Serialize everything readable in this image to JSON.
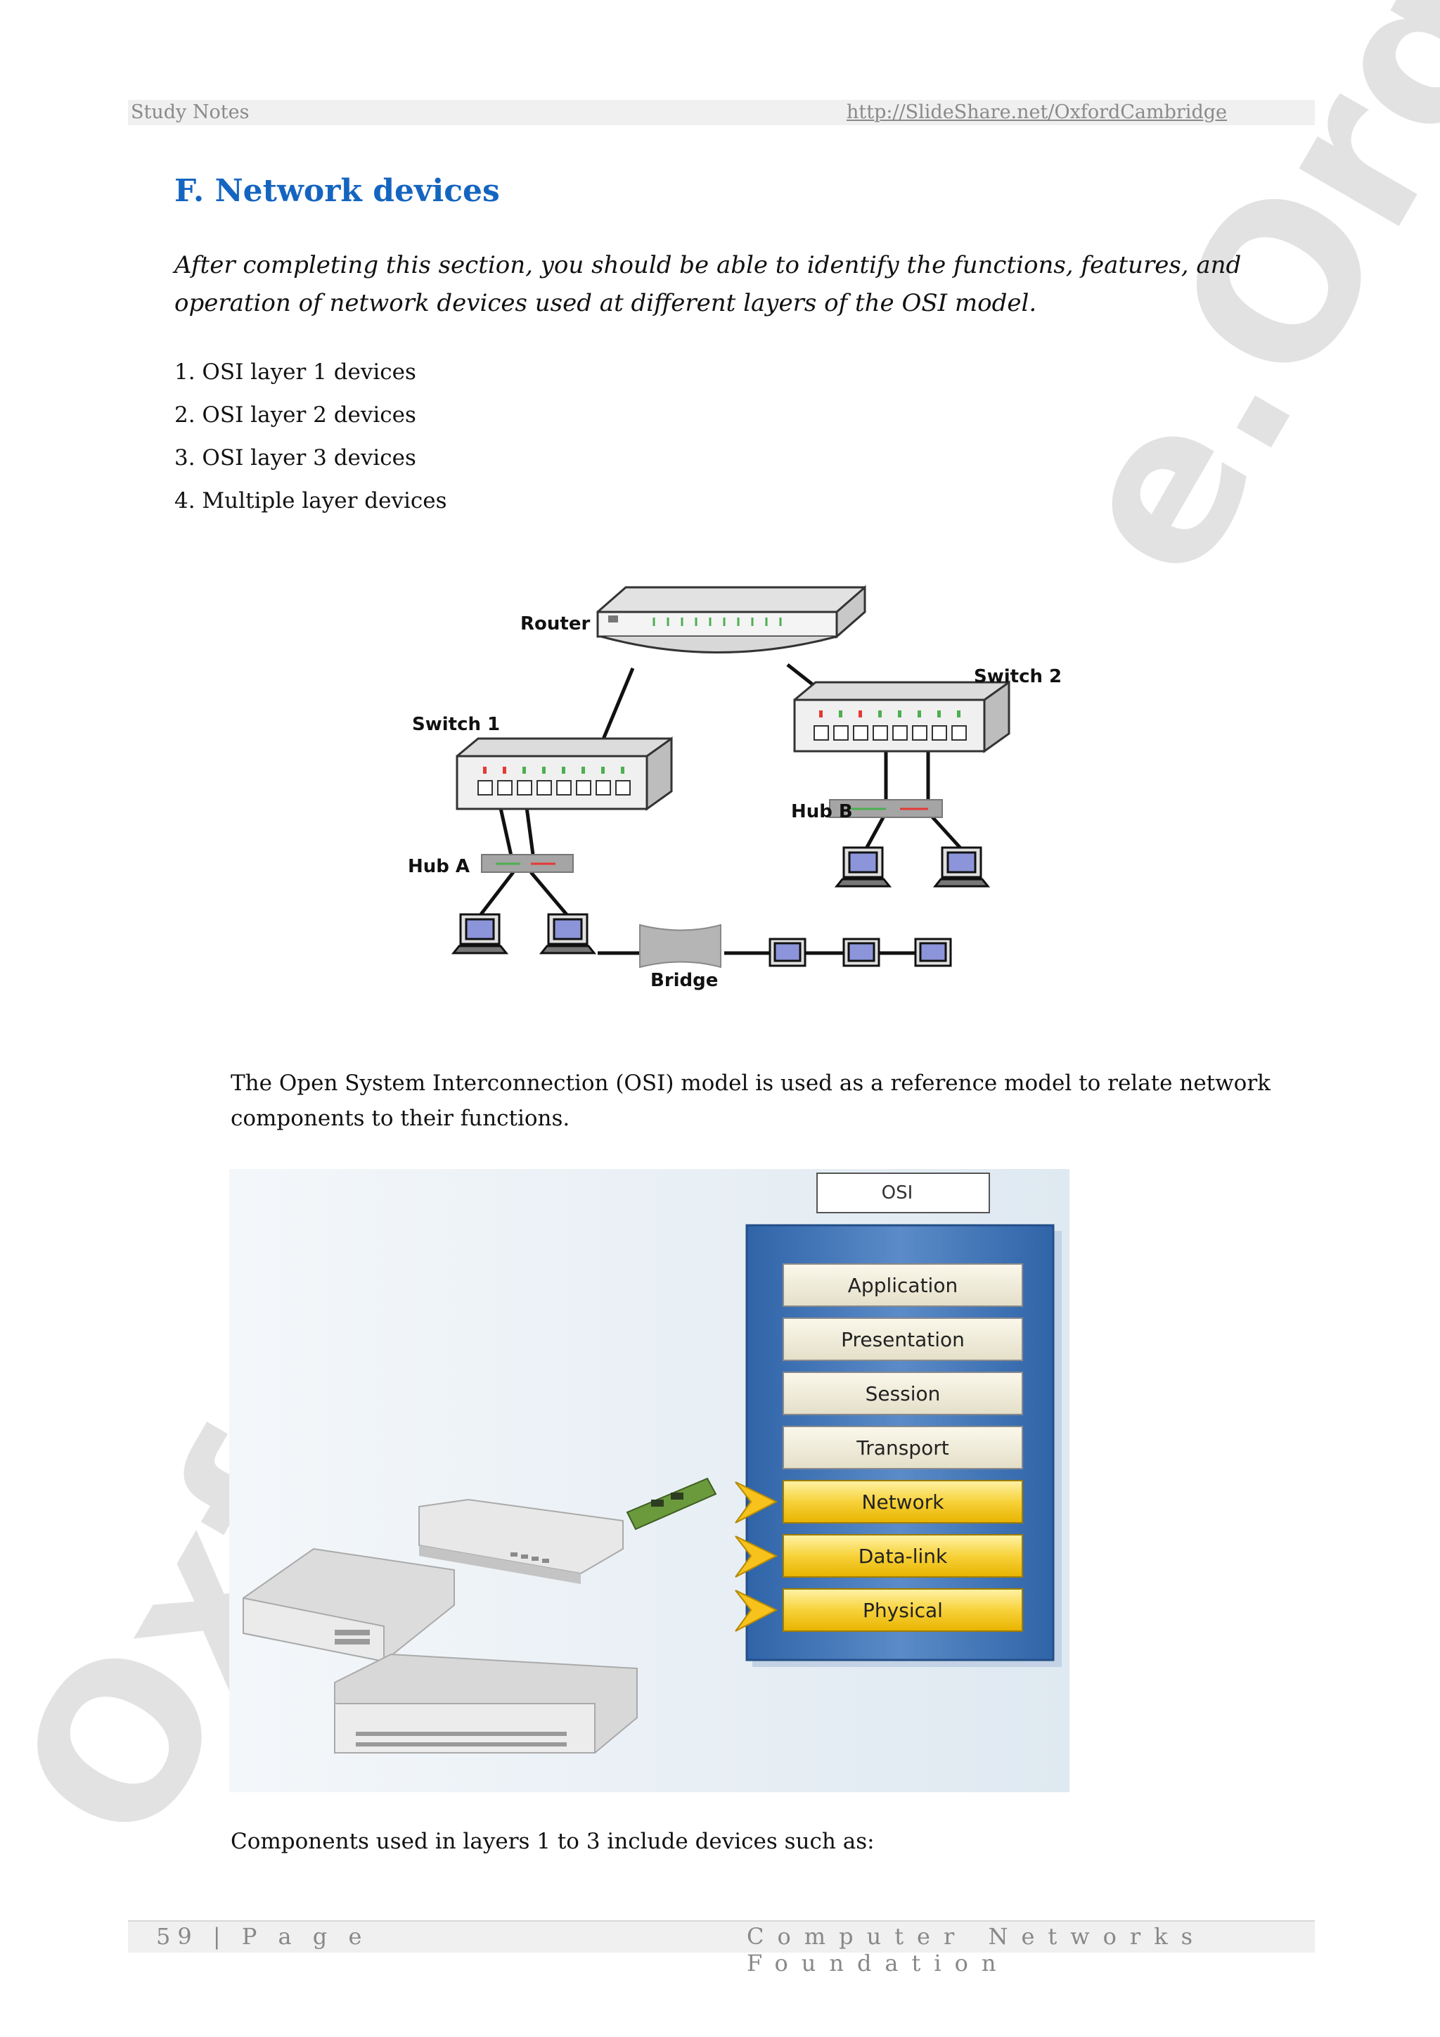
{
  "header": {
    "left": "Study Notes",
    "right": "http://SlideShare.net/OxfordCambridge"
  },
  "section": {
    "title": "F.  Network devices",
    "intro": "After completing this section, you should be able to identify the functions, features, and operation of network devices used at different layers of the OSI model."
  },
  "list": [
    "1. OSI layer 1 devices",
    "2. OSI layer 2 devices",
    "3. OSI layer 3 devices",
    "4. Multiple layer devices"
  ],
  "figure1": {
    "labels": {
      "router": "Router",
      "switch1": "Switch 1",
      "switch2": "Switch 2",
      "hubA": "Hub A",
      "hubB": "Hub B",
      "bridge": "Bridge"
    }
  },
  "paragraph1": "The Open System Interconnection (OSI) model is used as a reference model to relate network components to their functions.",
  "figure2": {
    "title": "OSI",
    "layers": [
      "Application",
      "Presentation",
      "Session",
      "Transport",
      "Network",
      "Data-link",
      "Physical"
    ],
    "highlighted": [
      "Network",
      "Data-link",
      "Physical"
    ]
  },
  "paragraph2": "Components used in layers 1 to 3 include devices such as:",
  "footer": {
    "page": "59",
    "page_label": "| P a g e",
    "title": "Computer Networks Foundation"
  },
  "watermark": {
    "text1": "e.Org",
    "text2": "Oxf"
  },
  "colors": {
    "title": "#1565c0",
    "osi_panel": "#3a6fb0",
    "highlight": "#f5c518"
  }
}
